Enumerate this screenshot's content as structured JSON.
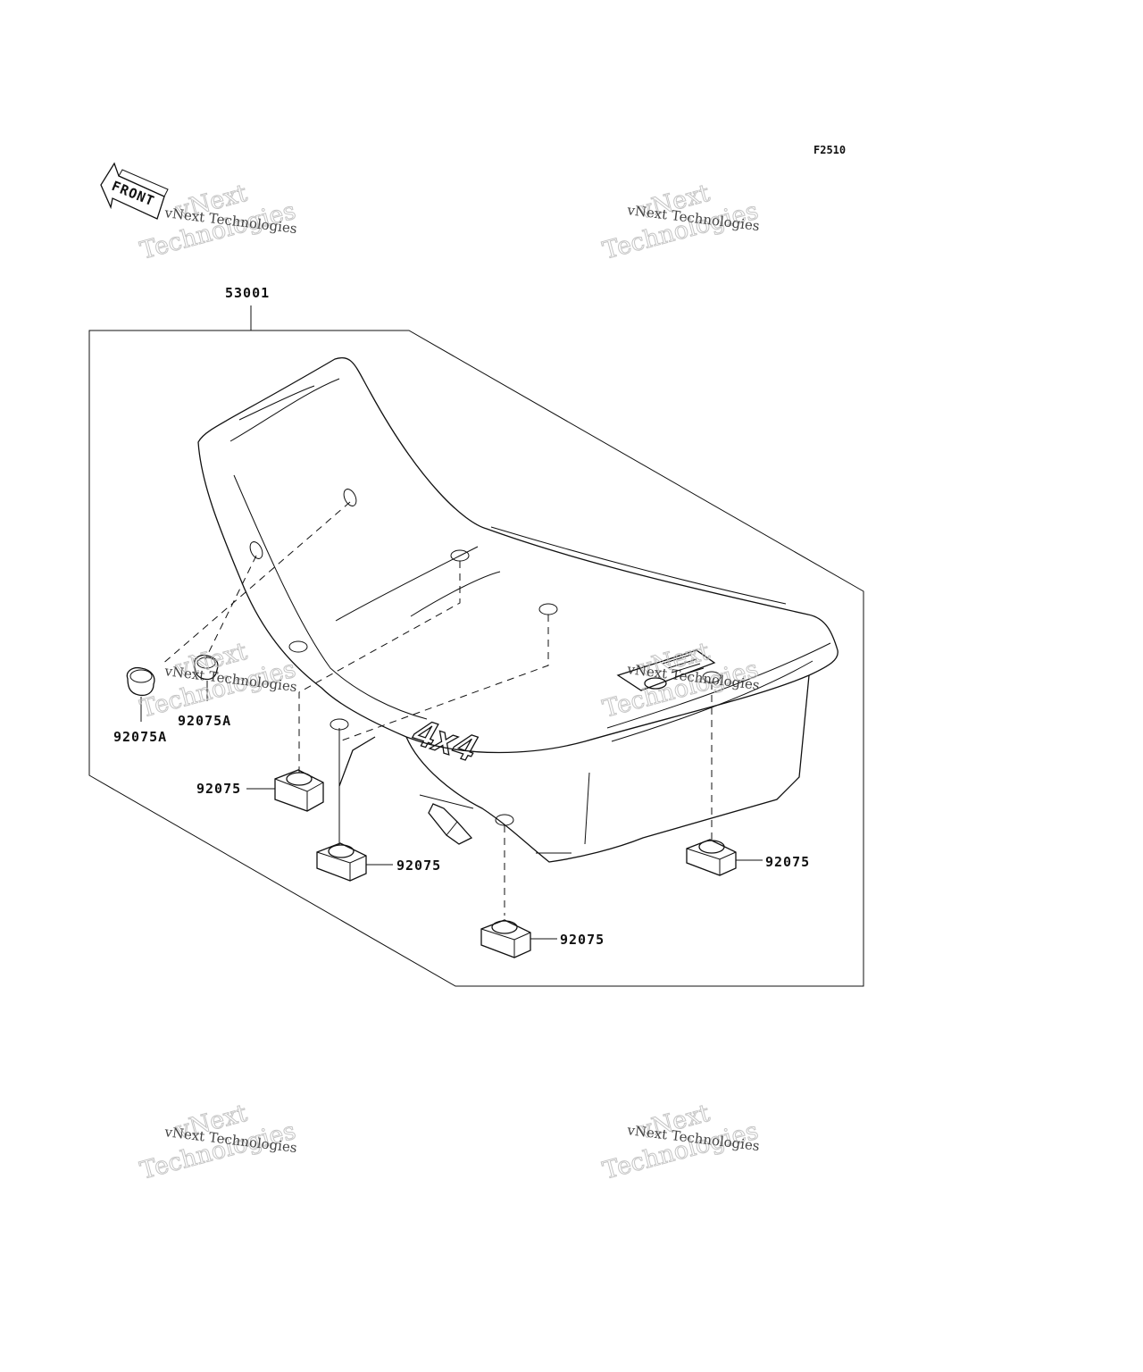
{
  "diagram": {
    "figure_code": "F2510",
    "front_label": "FRONT",
    "seat_logo": "4x4",
    "parts": [
      {
        "id": "seat",
        "label": "53001"
      },
      {
        "id": "cap-left",
        "label": "92075A"
      },
      {
        "id": "cap-right",
        "label": "92075A"
      },
      {
        "id": "damper-1",
        "label": "92075"
      },
      {
        "id": "damper-2",
        "label": "92075"
      },
      {
        "id": "damper-3",
        "label": "92075"
      },
      {
        "id": "damper-4",
        "label": "92075"
      }
    ]
  },
  "watermark": {
    "line_small": "vNext Technologies",
    "line_big_1": "vNext",
    "line_big_2": "Technologies"
  }
}
